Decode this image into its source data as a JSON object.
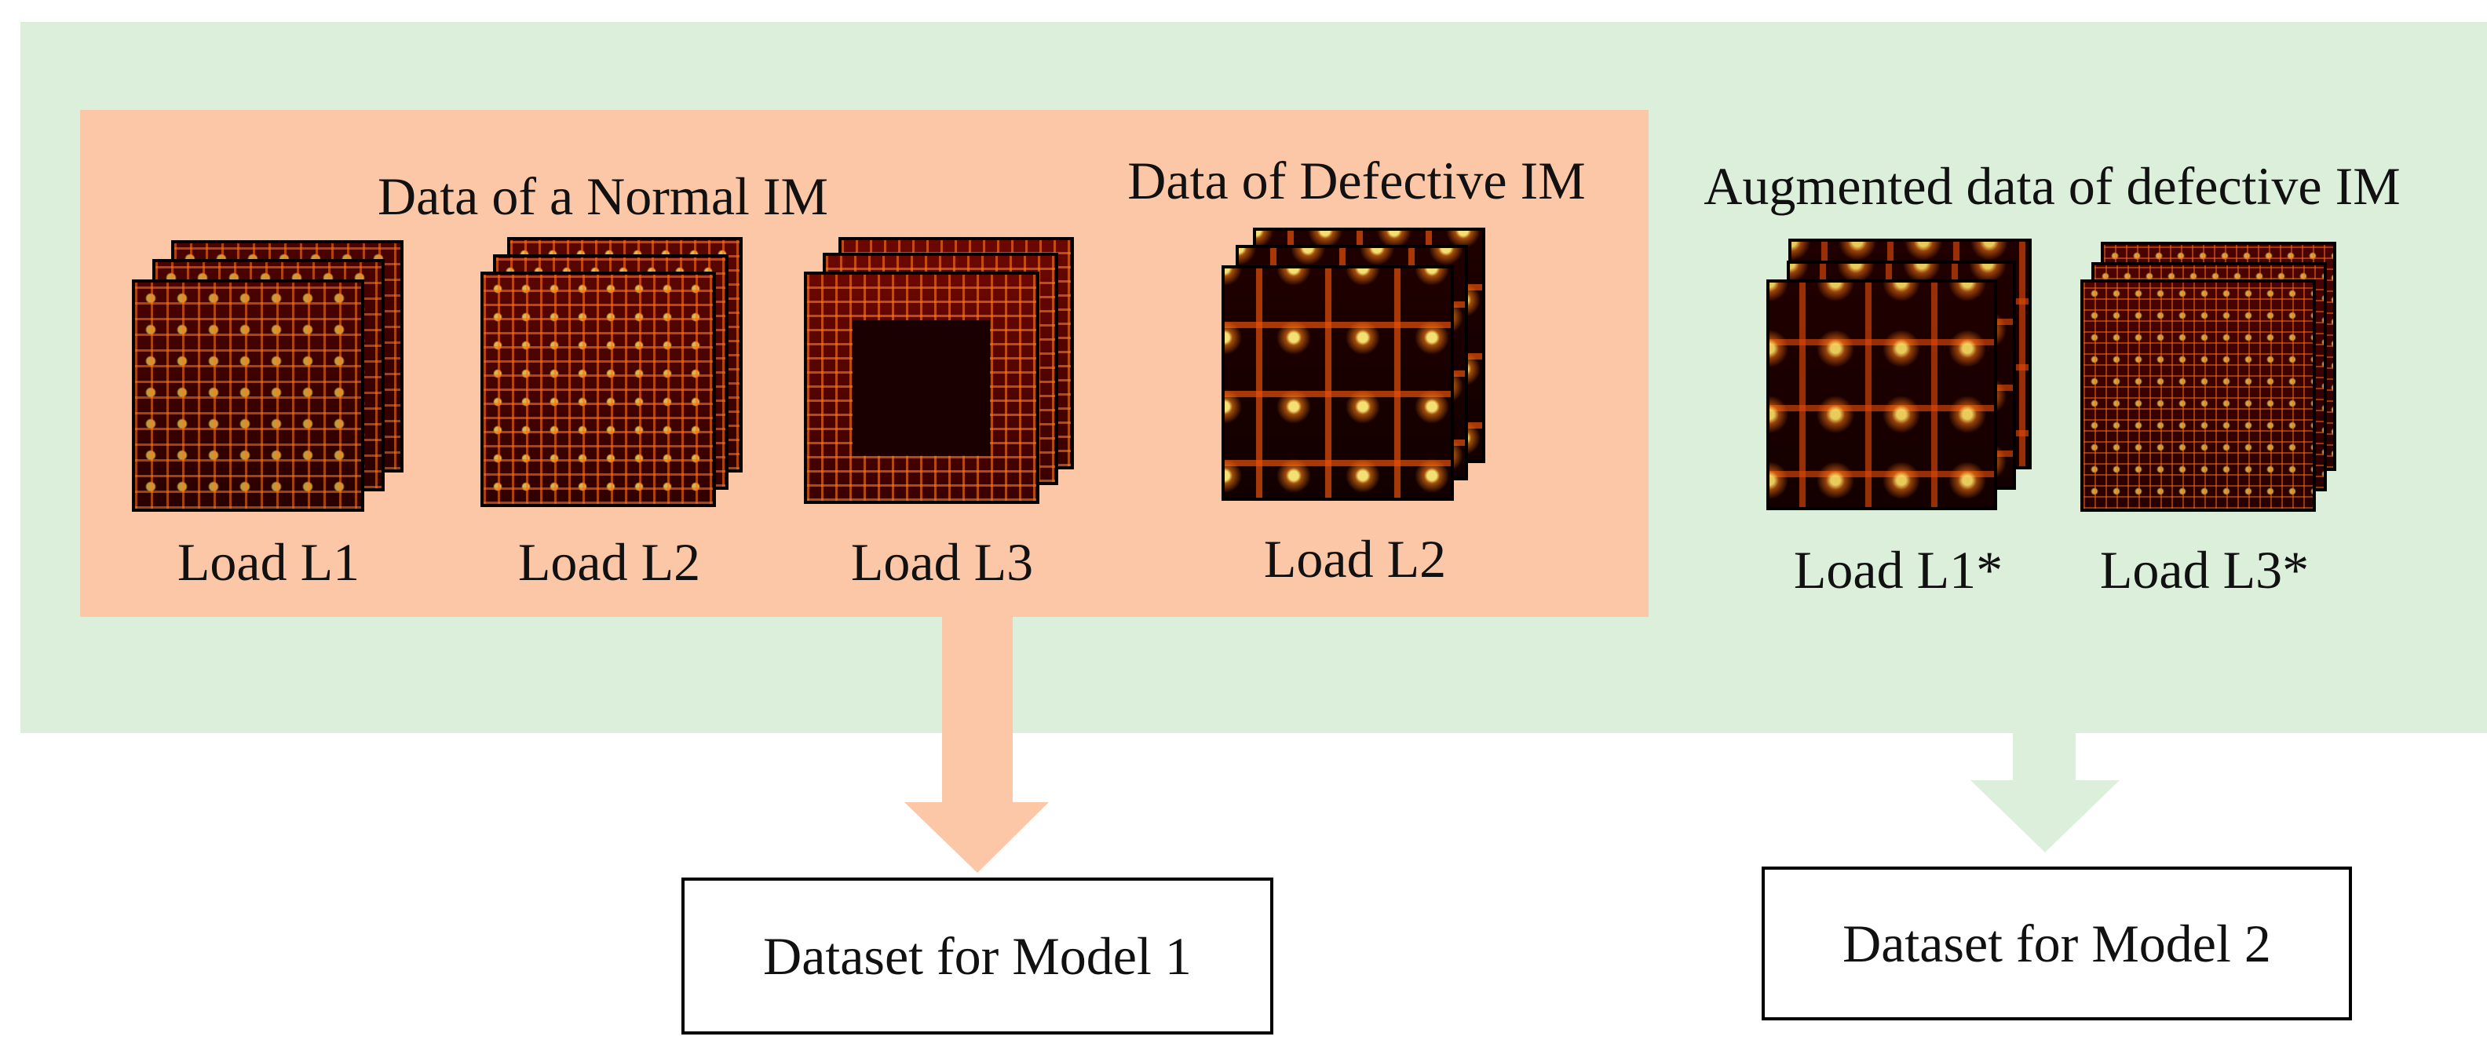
{
  "groups": {
    "normal_title": "Data of a Normal IM",
    "defective_title": "Data of Defective IM",
    "augmented_title": "Augmented data of defective IM"
  },
  "loads": {
    "normal_l1": "Load L1",
    "normal_l2": "Load L2",
    "normal_l3": "Load L3",
    "defective_l2": "Load L2",
    "augmented_l1": "Load L1*",
    "augmented_l3": "Load L3*"
  },
  "outputs": {
    "model1": "Dataset for Model 1",
    "model2": "Dataset for Model 2"
  },
  "colors": {
    "outer_panel": "#dcefdb",
    "inner_panel": "#fcc7a6",
    "peach_arrow": "#fcc7a6",
    "green_arrow": "#dcefdb",
    "heatmap_dark": "#120000",
    "heatmap_hot": "#ffd24a"
  }
}
